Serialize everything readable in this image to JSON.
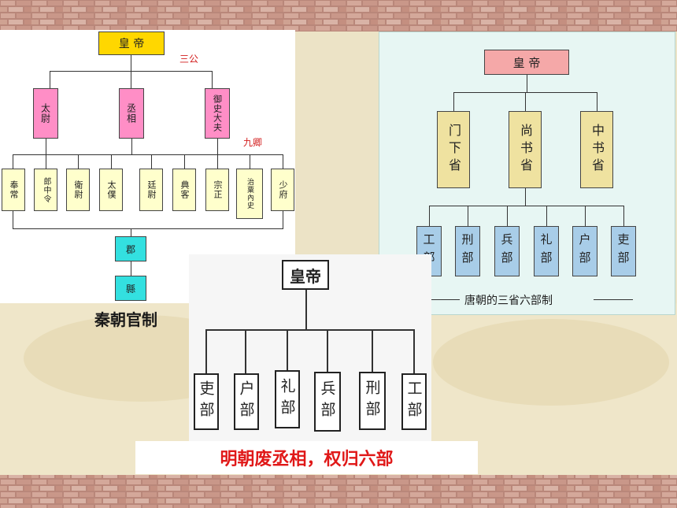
{
  "qin": {
    "emperor": "皇 帝",
    "sangong_label": "三公",
    "jiuqing_label": "九卿",
    "sangong": [
      "太尉",
      "丞相",
      "御史大夫"
    ],
    "jiuqing": [
      "奉常",
      "郎中令",
      "衛尉",
      "太僕",
      "廷尉",
      "典客",
      "宗正",
      "治粟內史",
      "少府"
    ],
    "jun": "郡",
    "xian": "縣",
    "caption": "秦朝官制"
  },
  "tang": {
    "emperor": "皇 帝",
    "sansheng": [
      "门下省",
      "尚书省",
      "中书省"
    ],
    "liubu": [
      "工部",
      "刑部",
      "兵部",
      "礼部",
      "户部",
      "吏部"
    ],
    "caption": "唐朝的三省六部制"
  },
  "ming": {
    "emperor": "皇帝",
    "liubu": [
      "吏部",
      "户部",
      "礼部",
      "兵部",
      "刑部",
      "工部"
    ],
    "caption": "明朝废丞相，权归六部"
  },
  "colors": {
    "emperor_qin": "#ffd700",
    "sangong": "#ff8ec6",
    "jiuqing": "#ffffcc",
    "jun_xian": "#33e0e0",
    "tang_emperor": "#f5a8a8",
    "tang_sansheng": "#efe2a0",
    "tang_liubu": "#a8cde8",
    "tang_panel": "#e7f6f3",
    "caption_red": "#e01818"
  }
}
